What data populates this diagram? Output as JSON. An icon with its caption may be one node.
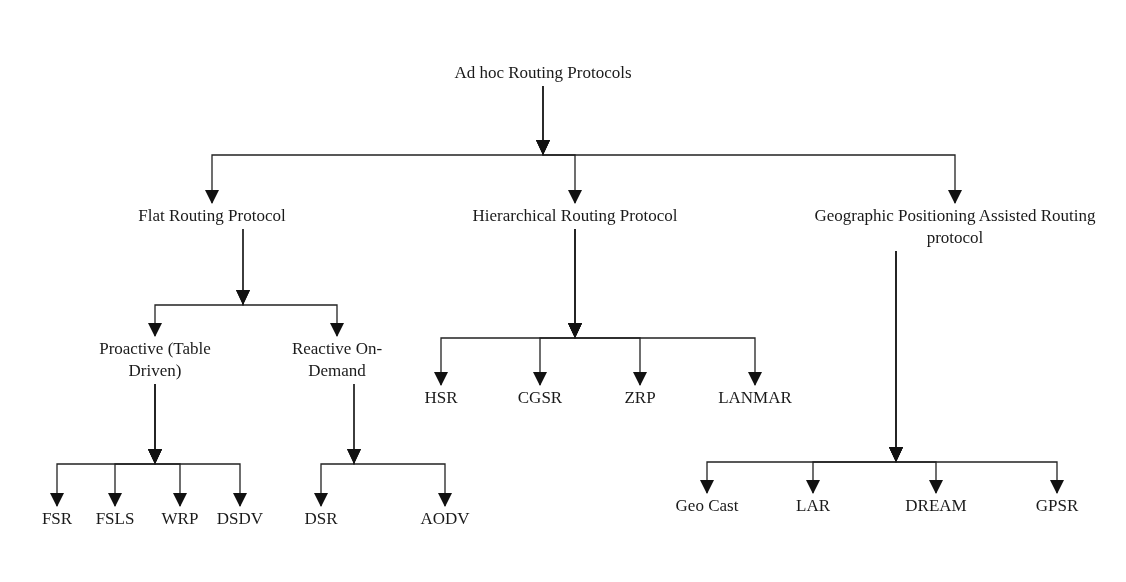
{
  "diagram": {
    "nodes": [
      {
        "text": [
          "Ad hoc Routing Protocols"
        ]
      },
      {
        "text": [
          "Flat Routing Protocol"
        ]
      },
      {
        "text": [
          "Hierarchical Routing Protocol"
        ]
      },
      {
        "text": [
          "Geographic Positioning Assisted Routing protocol"
        ]
      },
      {
        "text": [
          "Proactive (Table Driven)"
        ]
      },
      {
        "text": [
          "Reactive On-Demand"
        ]
      },
      {
        "text": [
          "HSR"
        ]
      },
      {
        "text": [
          "CGSR"
        ]
      },
      {
        "text": [
          "ZRP"
        ]
      },
      {
        "text": [
          "LANMAR"
        ]
      },
      {
        "text": [
          "FSR"
        ]
      },
      {
        "text": [
          "FSLS"
        ]
      },
      {
        "text": [
          "WRP"
        ]
      },
      {
        "text": [
          "DSDV"
        ]
      },
      {
        "text": [
          "DSR"
        ]
      },
      {
        "text": [
          "AODV"
        ]
      },
      {
        "text": [
          "Geo Cast"
        ]
      },
      {
        "text": [
          "LAR"
        ]
      },
      {
        "text": [
          "DREAM"
        ]
      },
      {
        "text": [
          "GPSR"
        ]
      }
    ],
    "edges": [
      {
        "from": 0,
        "to": 1,
        "arrow": "to"
      },
      {
        "from": 0,
        "to": 2,
        "arrow": "to"
      },
      {
        "from": 0,
        "to": 3,
        "arrow": "to"
      },
      {
        "from": 1,
        "to": 4,
        "arrow": "to"
      },
      {
        "from": 1,
        "to": 5,
        "arrow": "to"
      },
      {
        "from": 2,
        "to": 6,
        "arrow": "to"
      },
      {
        "from": 2,
        "to": 7,
        "arrow": "to"
      },
      {
        "from": 2,
        "to": 8,
        "arrow": "to"
      },
      {
        "from": 2,
        "to": 9,
        "arrow": "to"
      },
      {
        "from": 4,
        "to": 10,
        "arrow": "to"
      },
      {
        "from": 4,
        "to": 11,
        "arrow": "to"
      },
      {
        "from": 4,
        "to": 12,
        "arrow": "to"
      },
      {
        "from": 4,
        "to": 13,
        "arrow": "to"
      },
      {
        "from": 5,
        "to": 14,
        "arrow": "to"
      },
      {
        "from": 5,
        "to": 15,
        "arrow": "to"
      },
      {
        "from": 3,
        "to": 16,
        "arrow": "to"
      },
      {
        "from": 3,
        "to": 17,
        "arrow": "to"
      },
      {
        "from": 3,
        "to": 18,
        "arrow": "to"
      },
      {
        "from": 3,
        "to": 19,
        "arrow": "to"
      }
    ]
  }
}
